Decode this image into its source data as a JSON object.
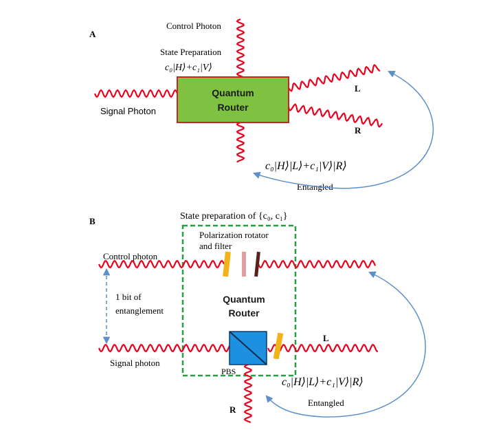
{
  "panel_a": {
    "letter": "A",
    "control_photon": "Control  Photon",
    "state_preparation": "State Preparation",
    "state_formula": "c₀|H⟩+c₁|V⟩",
    "router_line1": "Quantum",
    "router_line2": "Router",
    "signal_photon": "Signal Photon",
    "output_l": "L",
    "output_r": "R",
    "entangled_formula": "c₀|H⟩|L⟩+c₁|V⟩|R⟩",
    "entangled": "Entangled"
  },
  "panel_b": {
    "letter": "B",
    "state_preparation": "State preparation of {c₀, c₁}",
    "rotator_line1": "Polarization rotator",
    "rotator_line2": "and filter",
    "control_photon": "Control photon",
    "entanglement_line1": "1 bit of",
    "entanglement_line2": "entanglement",
    "router_line1": "Quantum",
    "router_line2": "Router",
    "signal_photon": "Signal photon",
    "pbs": "PBS",
    "output_l": "L",
    "output_r": "R",
    "entangled_formula": "c₀|H⟩|L⟩+c₁|V⟩|R⟩",
    "entangled": "Entangled"
  },
  "colors": {
    "photon": "#e8001c",
    "router_fill": "#7fc241",
    "router_border": "#d22020",
    "box_border": "#22a040",
    "arrow": "#5b8fc9",
    "pbs_fill": "#1e90e0",
    "waveplate_yellow": "#f2b21a",
    "filter_pink": "#e0a0a0",
    "filter_dark": "#5a2020"
  }
}
